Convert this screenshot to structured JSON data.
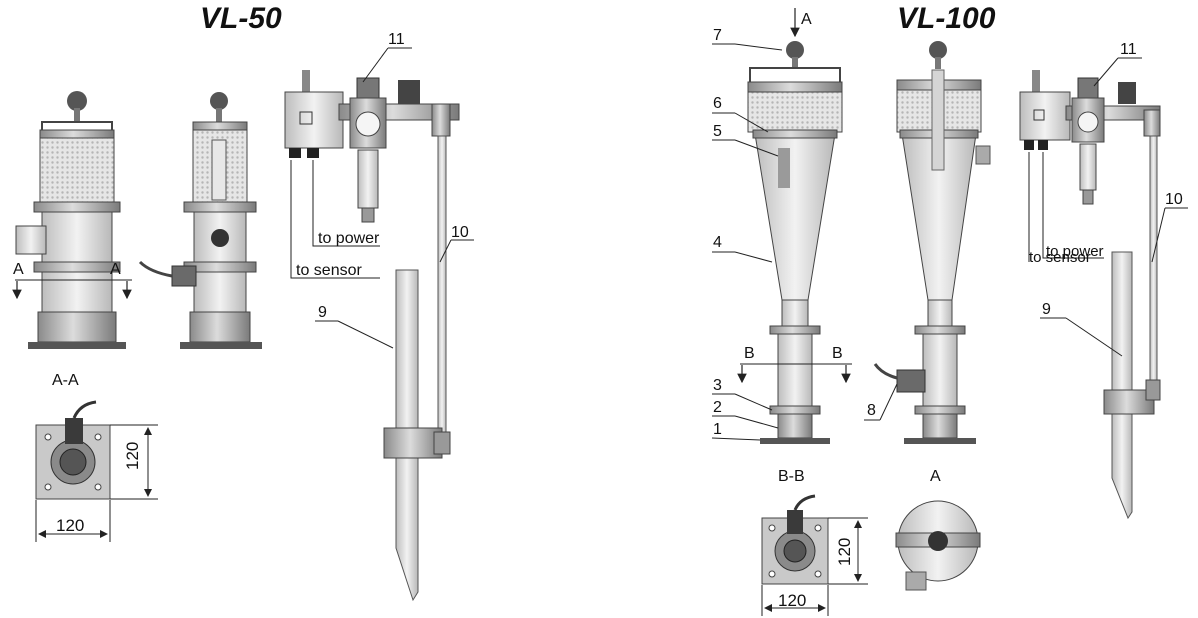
{
  "vl50": {
    "title": "VL-50",
    "callouts": {
      "n11": "11",
      "n10": "10",
      "n9": "9"
    },
    "section_marks": {
      "a_left": "A",
      "a_right": "A"
    },
    "section_title": "A-A",
    "wires": {
      "power": "to power",
      "sensor": "to sensor"
    },
    "dims": {
      "width": "120",
      "height": "120"
    }
  },
  "vl100": {
    "title": "VL-100",
    "callouts": {
      "n1": "1",
      "n2": "2",
      "n3": "3",
      "n4": "4",
      "n5": "5",
      "n6": "6",
      "n7": "7",
      "n8": "8",
      "n9": "9",
      "n10": "10",
      "n11": "11"
    },
    "section_marks": {
      "a_top": "A",
      "b_left": "B",
      "b_right": "B"
    },
    "section_title": "B-B",
    "view_title": "A",
    "wires": {
      "power": "to power",
      "sensor": "to sensor"
    },
    "dims": {
      "width": "120",
      "height": "120"
    }
  },
  "colors": {
    "line": "#222222",
    "metal": "#8c8c8c",
    "filter": "#cfcfcf",
    "dark": "#3a3a3a"
  }
}
